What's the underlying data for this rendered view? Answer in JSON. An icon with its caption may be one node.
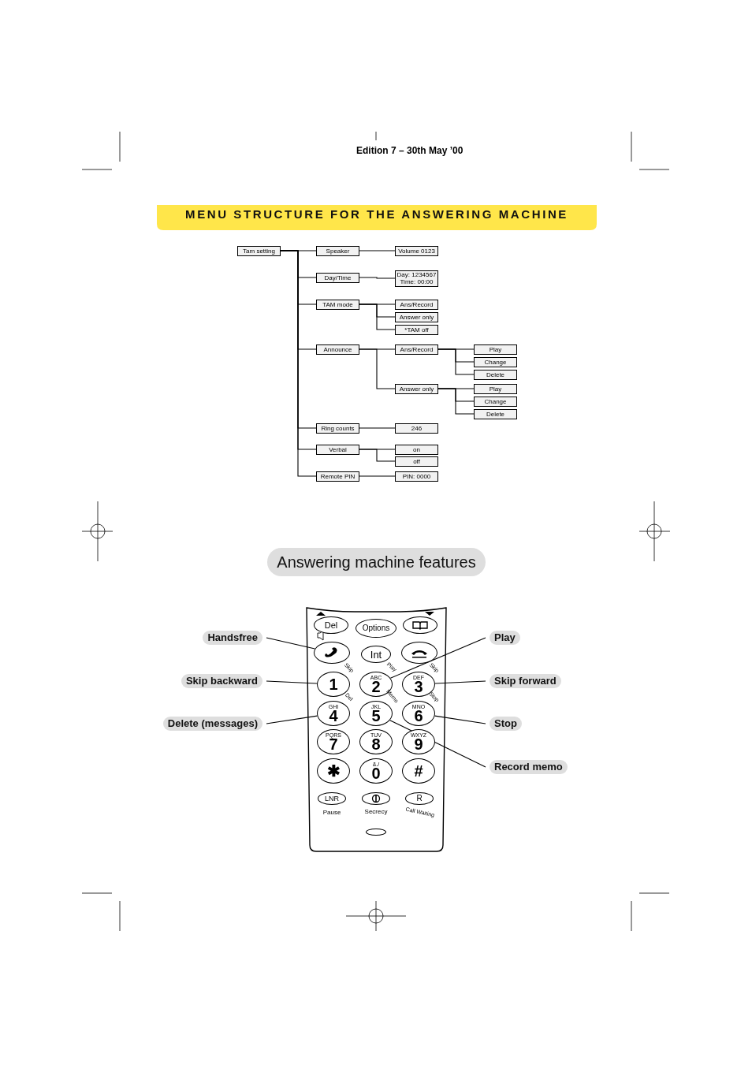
{
  "diagram": {
    "title": "MENU STRUCTURE FOR THE ANSWERING MACHINE",
    "nodes": [
      {
        "text": [
          "Tam setting"
        ]
      },
      {
        "text": [
          "Speaker"
        ]
      },
      {
        "text": [
          "Volume 0123"
        ]
      },
      {
        "text": [
          "Day/Time"
        ]
      },
      {
        "text": [
          "Day: 1234567 Time: 00:00"
        ]
      },
      {
        "text": [
          "TAM mode"
        ]
      },
      {
        "text": [
          "Ans/Record"
        ]
      },
      {
        "text": [
          "Answer only"
        ]
      },
      {
        "text": [
          "*TAM off"
        ]
      },
      {
        "text": [
          "Announce"
        ]
      },
      {
        "text": [
          "Ans/Record"
        ]
      },
      {
        "text": [
          "Play"
        ]
      },
      {
        "text": [
          "Change"
        ]
      },
      {
        "text": [
          "Delete"
        ]
      },
      {
        "text": [
          "Answer only"
        ]
      },
      {
        "text": [
          "Play"
        ]
      },
      {
        "text": [
          "Change"
        ]
      },
      {
        "text": [
          "Delete"
        ]
      },
      {
        "text": [
          "Ring counts"
        ]
      },
      {
        "text": [
          "246"
        ]
      },
      {
        "text": [
          "Verbal"
        ]
      },
      {
        "text": [
          "on"
        ]
      },
      {
        "text": [
          "off"
        ]
      },
      {
        "text": [
          "Remote PIN"
        ]
      },
      {
        "text": [
          "PIN: 0000"
        ]
      },
      {
        "text": [
          "Del"
        ]
      },
      {
        "text": [
          "Options"
        ]
      },
      {
        "text": [],
        "shape": "ellipse"
      },
      {
        "text": [],
        "shape": "ellipse"
      },
      {
        "text": [
          "Int"
        ]
      },
      {
        "text": [],
        "shape": "ellipse"
      },
      {
        "text": [
          "1"
        ],
        "beside": [
          "Skip"
        ]
      },
      {
        "text": [
          "ABC",
          "2"
        ],
        "beside": [
          "Play"
        ]
      },
      {
        "text": [
          "DEF",
          "3"
        ],
        "beside": [
          "Skip"
        ]
      },
      {
        "text": [
          "GHI",
          "4"
        ],
        "beside": [
          "Del"
        ]
      },
      {
        "text": [
          "JKL",
          "5"
        ],
        "beside": [
          "Memo"
        ]
      },
      {
        "text": [
          "MNO",
          "6"
        ],
        "beside": [
          "Stop"
        ]
      },
      {
        "text": [
          "PQRS",
          "7"
        ]
      },
      {
        "text": [
          "TUV",
          "8"
        ]
      },
      {
        "text": [
          "WXYZ",
          "9"
        ]
      },
      {
        "text": [
          "✱"
        ]
      },
      {
        "text": [
          "&./",
          "0"
        ]
      },
      {
        "text": [
          "#"
        ]
      },
      {
        "text": [
          "LNR"
        ],
        "beside": [
          "Pause"
        ]
      },
      {
        "text": [],
        "shape": "ellipse",
        "beside": [
          "Secrecy"
        ]
      },
      {
        "text": [
          "R"
        ],
        "beside": [
          "Call Waiting"
        ]
      },
      {
        "text": [],
        "shape": "ellipse"
      },
      {
        "text": [
          "Handsfree"
        ]
      },
      {
        "text": [
          "Skip backward"
        ]
      },
      {
        "text": [
          "Delete (messages)"
        ]
      },
      {
        "text": [
          "Play"
        ]
      },
      {
        "text": [
          "Skip forward"
        ]
      },
      {
        "text": [
          "Stop"
        ]
      },
      {
        "text": [
          "Record memo"
        ]
      }
    ],
    "edges": [
      {
        "from": 0,
        "to": 1,
        "arrow": "none"
      },
      {
        "from": 1,
        "to": 2,
        "arrow": "none"
      },
      {
        "from": 0,
        "to": 3,
        "arrow": "none"
      },
      {
        "from": 3,
        "to": 4,
        "arrow": "none"
      },
      {
        "from": 0,
        "to": 5,
        "arrow": "none"
      },
      {
        "from": 5,
        "to": 6,
        "arrow": "none"
      },
      {
        "from": 5,
        "to": 7,
        "arrow": "none"
      },
      {
        "from": 5,
        "to": 8,
        "arrow": "none"
      },
      {
        "from": 0,
        "to": 9,
        "arrow": "none"
      },
      {
        "from": 9,
        "to": 10,
        "arrow": "none"
      },
      {
        "from": 10,
        "to": 11,
        "arrow": "none"
      },
      {
        "from": 10,
        "to": 12,
        "arrow": "none"
      },
      {
        "from": 10,
        "to": 13,
        "arrow": "none"
      },
      {
        "from": 9,
        "to": 14,
        "arrow": "none"
      },
      {
        "from": 14,
        "to": 15,
        "arrow": "none"
      },
      {
        "from": 14,
        "to": 16,
        "arrow": "none"
      },
      {
        "from": 14,
        "to": 17,
        "arrow": "none"
      },
      {
        "from": 0,
        "to": 18,
        "arrow": "none"
      },
      {
        "from": 18,
        "to": 19,
        "arrow": "none"
      },
      {
        "from": 0,
        "to": 20,
        "arrow": "none"
      },
      {
        "from": 20,
        "to": 21,
        "arrow": "none"
      },
      {
        "from": 20,
        "to": 22,
        "arrow": "none"
      },
      {
        "from": 0,
        "to": 23,
        "arrow": "none"
      },
      {
        "from": 23,
        "to": 24,
        "arrow": "none"
      },
      {
        "from": 47,
        "to": 28,
        "arrow": "none"
      },
      {
        "from": 48,
        "to": 31,
        "arrow": "none"
      },
      {
        "from": 49,
        "to": 34,
        "arrow": "none"
      },
      {
        "from": 50,
        "to": 32,
        "arrow": "none"
      },
      {
        "from": 51,
        "to": 33,
        "arrow": "none"
      },
      {
        "from": 52,
        "to": 36,
        "arrow": "none"
      },
      {
        "from": 53,
        "to": 35,
        "arrow": "none"
      }
    ],
    "labels": [
      "Edition 7 – 30th May ’00",
      "Answering machine features"
    ]
  }
}
